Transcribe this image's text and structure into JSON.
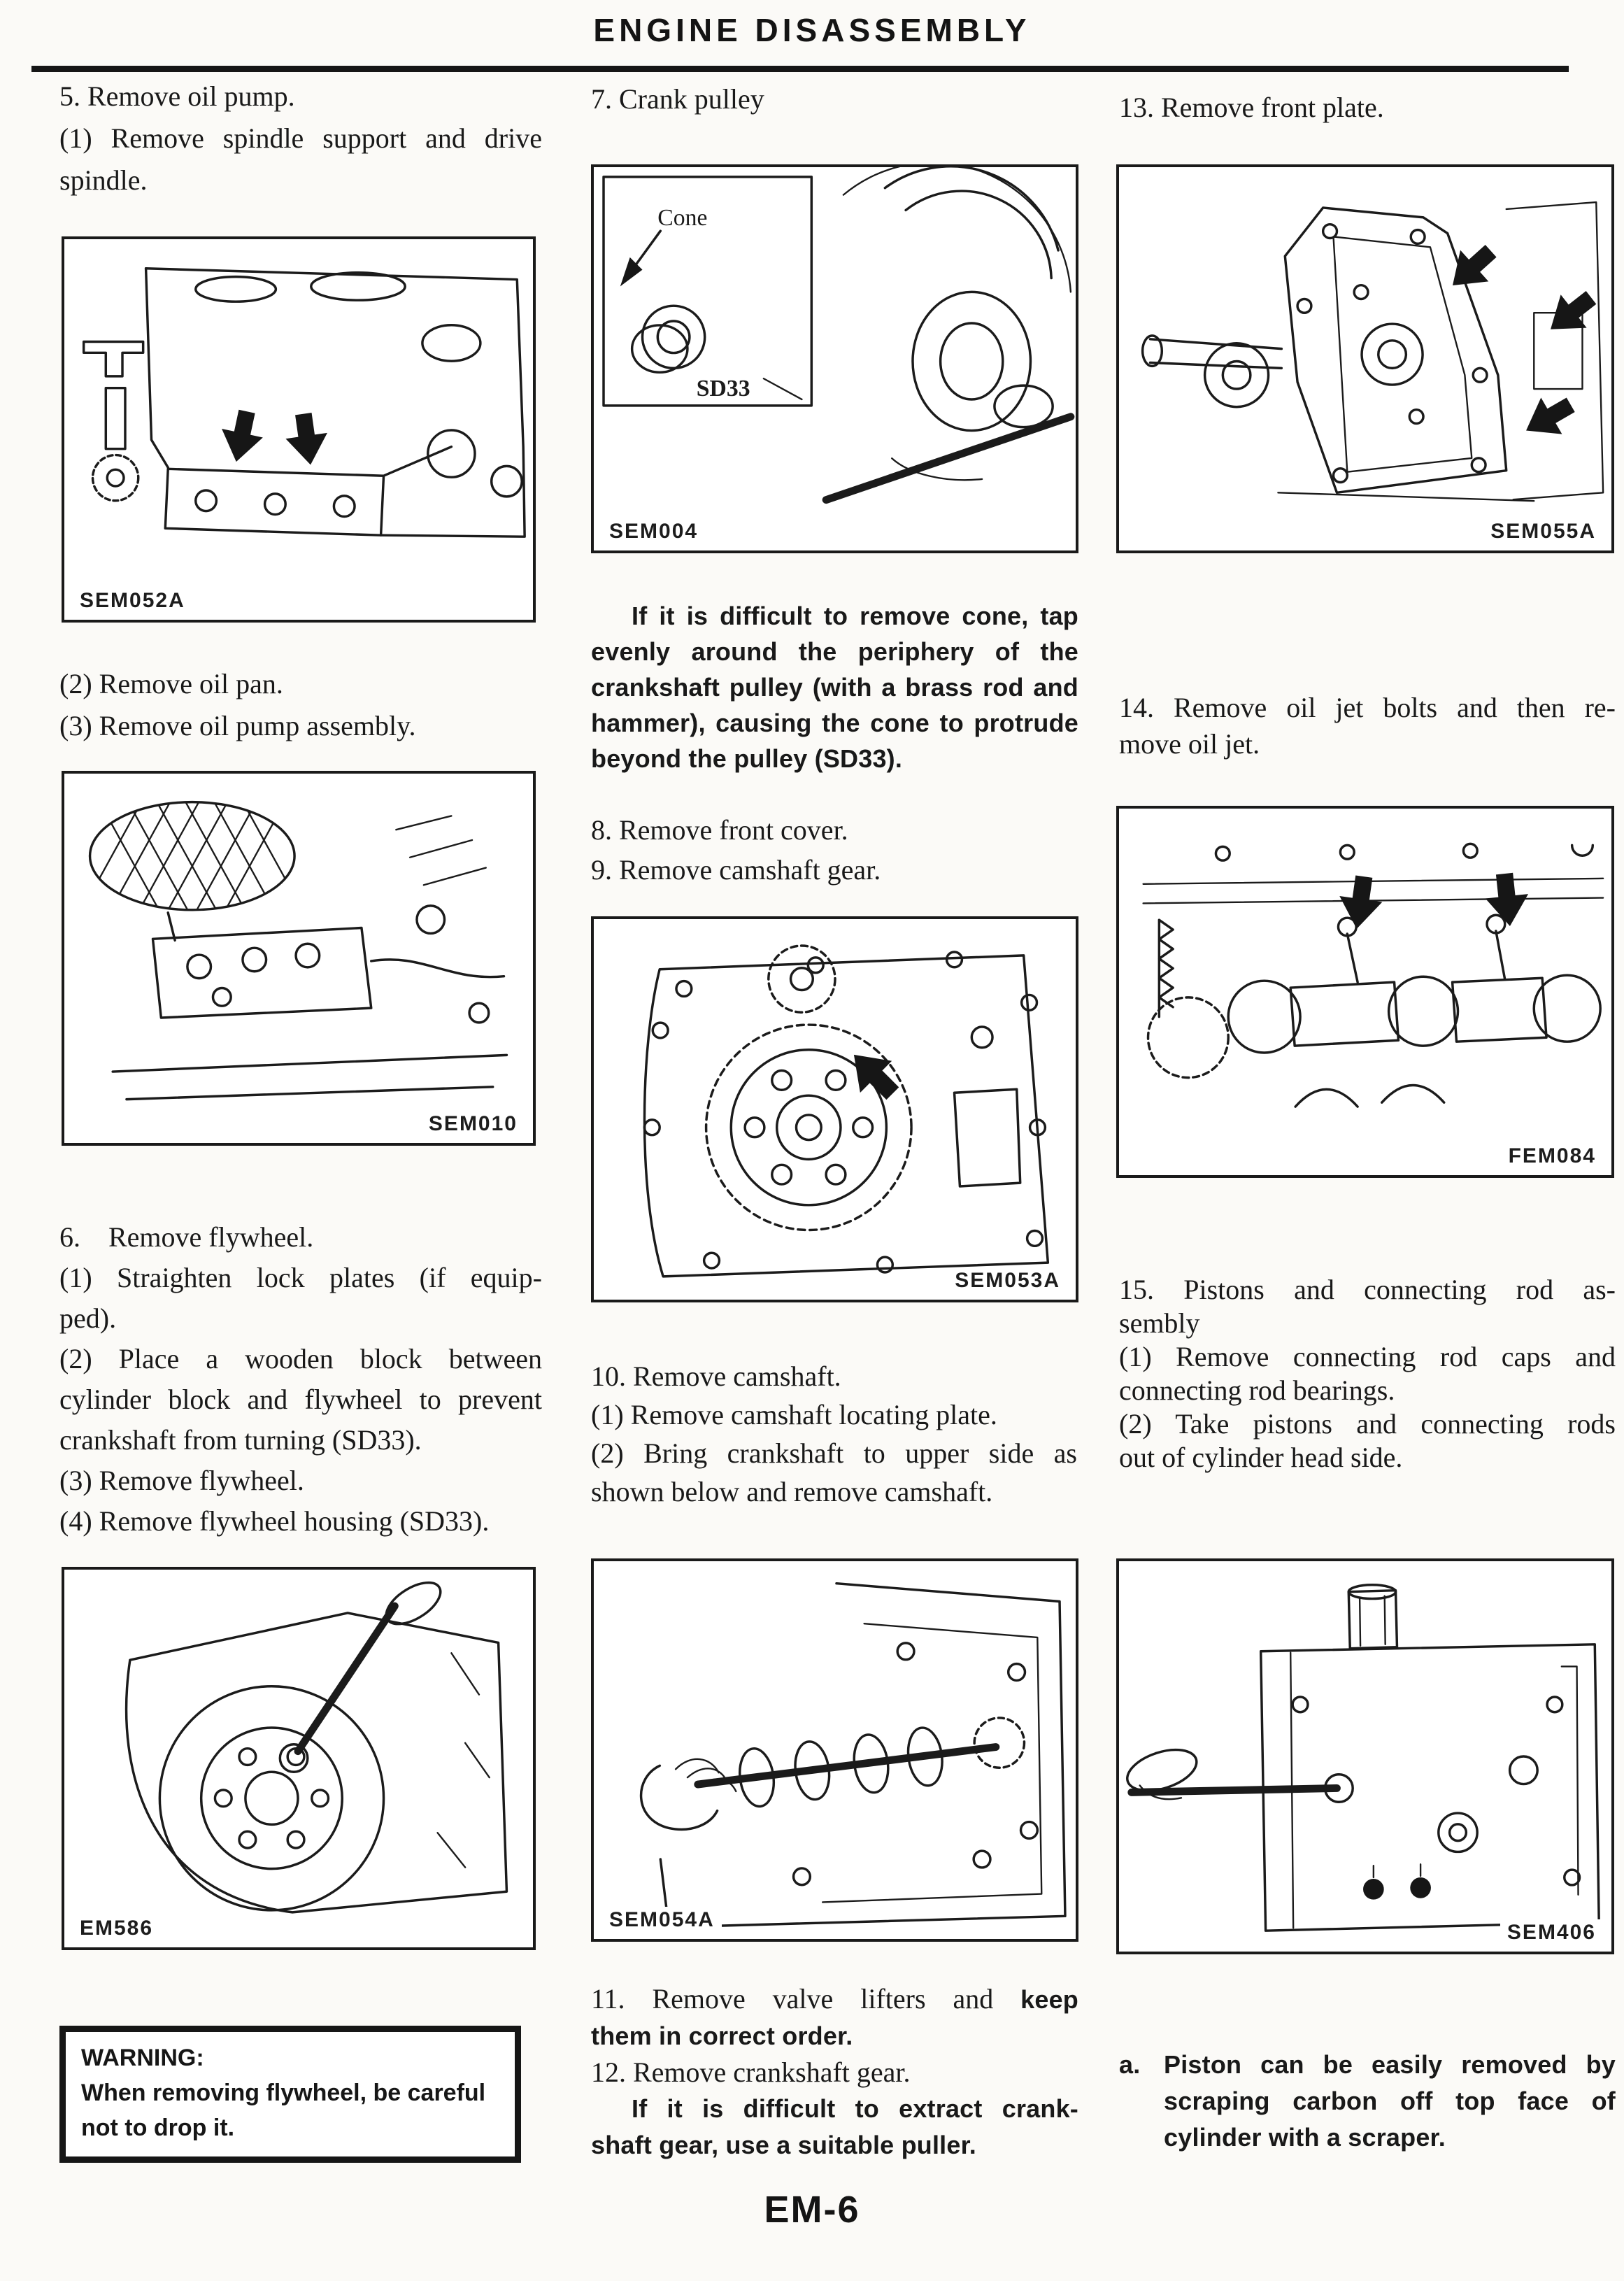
{
  "header": {
    "title": "ENGINE DISASSEMBLY"
  },
  "footer": {
    "page_number": "EM-6"
  },
  "left": {
    "p1": [
      "5. Remove oil pump.",
      "(1) Remove spindle support and drive",
      "spindle."
    ],
    "fig1_label": "SEM052A",
    "p2": [
      "(2) Remove oil pan.",
      "(3) Remove oil pump assembly."
    ],
    "fig2_label": "SEM010",
    "p3": [
      "6.  Remove flywheel.",
      "(1) Straighten lock plates (if equip-",
      "ped).",
      "(2) Place a wooden block between",
      "cylinder block and flywheel to prevent",
      "crankshaft from turning (SD33).",
      "(3) Remove flywheel.",
      "(4) Remove flywheel housing (SD33)."
    ],
    "fig3_label": "EM586",
    "warning": {
      "title": "WARNING:",
      "lines": [
        "When removing flywheel, be careful",
        "not to drop it."
      ]
    }
  },
  "middle": {
    "p1": [
      "7. Crank pulley"
    ],
    "fig1_label": "SEM004",
    "fig1_cone": "Cone",
    "fig1_sd33": "SD33",
    "note1": [
      "If it is difficult to remove cone, tap",
      "evenly around the periphery of the",
      "crankshaft pulley (with a brass rod and",
      "hammer), causing the cone to protrude",
      "beyond the pulley (SD33)."
    ],
    "p2": [
      "8. Remove front cover.",
      "9. Remove camshaft gear."
    ],
    "fig2_label": "SEM053A",
    "p3": [
      "10. Remove camshaft.",
      "(1) Remove camshaft locating plate.",
      "(2) Bring crankshaft to upper side as",
      "shown below and remove camshaft."
    ],
    "fig3_label": "SEM054A",
    "p4": {
      "l1_normal": "11. Remove valve lifters and ",
      "l1_bold": "keep",
      "l2": "them in correct order.",
      "l3": "12. Remove crankshaft gear."
    },
    "note2": [
      "If it is difficult to extract crank-",
      "shaft gear, use a suitable puller."
    ]
  },
  "right": {
    "p1": [
      "13. Remove front plate."
    ],
    "fig1_label": "SEM055A",
    "p2": [
      "14. Remove oil jet bolts and then re-",
      "move oil jet."
    ],
    "fig2_label": "FEM084",
    "p3": [
      "15. Pistons and connecting rod as-",
      "sembly",
      "(1) Remove connecting rod caps and",
      "connecting rod bearings.",
      "(2) Take pistons and connecting rods",
      "out of cylinder head side."
    ],
    "fig3_label": "SEM406",
    "note1": {
      "marker": "a.",
      "lines": [
        "Piston can be easily removed by",
        "scraping carbon off top face of",
        "cylinder with a scraper."
      ]
    }
  }
}
